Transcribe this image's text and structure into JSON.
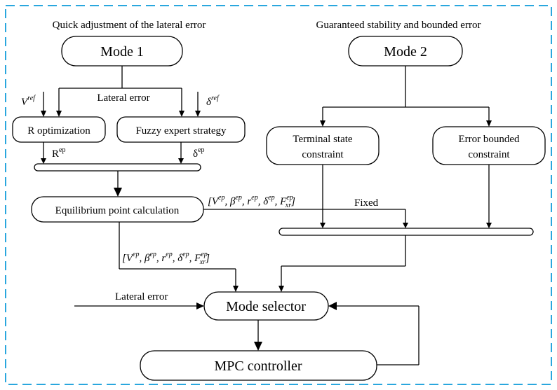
{
  "headings": {
    "left": "Quick adjustment of the lateral error",
    "right": "Guaranteed stability and bounded error"
  },
  "nodes": {
    "mode1": "Mode 1",
    "mode2": "Mode 2",
    "r_opt": "R optimization",
    "fuzzy": "Fuzzy expert strategy",
    "terminal_line1": "Terminal state",
    "terminal_line2": "constraint",
    "bounded_line1": "Error bounded",
    "bounded_line2": "constraint",
    "equilibrium": "Equilibrium point calculation",
    "mode_selector": "Mode selector",
    "mpc": "MPC controller"
  },
  "labels": {
    "lateral_error_top": "Lateral error",
    "lateral_error_input": "Lateral error",
    "fixed": "Fixed",
    "v_ref_base": "V",
    "v_ref_sup": "ref",
    "delta_ref_base": "δ",
    "delta_ref_sup": "ref",
    "r_ep_base": "R",
    "r_ep_sup": "ep",
    "delta_ep_base": "δ",
    "delta_ep_sup": "ep"
  },
  "vector": {
    "open": "[",
    "close": "]",
    "sep": ",",
    "v": "V",
    "beta": "β",
    "r": "r",
    "delta": "δ",
    "f": "F",
    "ep": "ep",
    "xr": "xr"
  },
  "colors": {
    "border": "#2aa7de",
    "stroke": "#000000"
  }
}
